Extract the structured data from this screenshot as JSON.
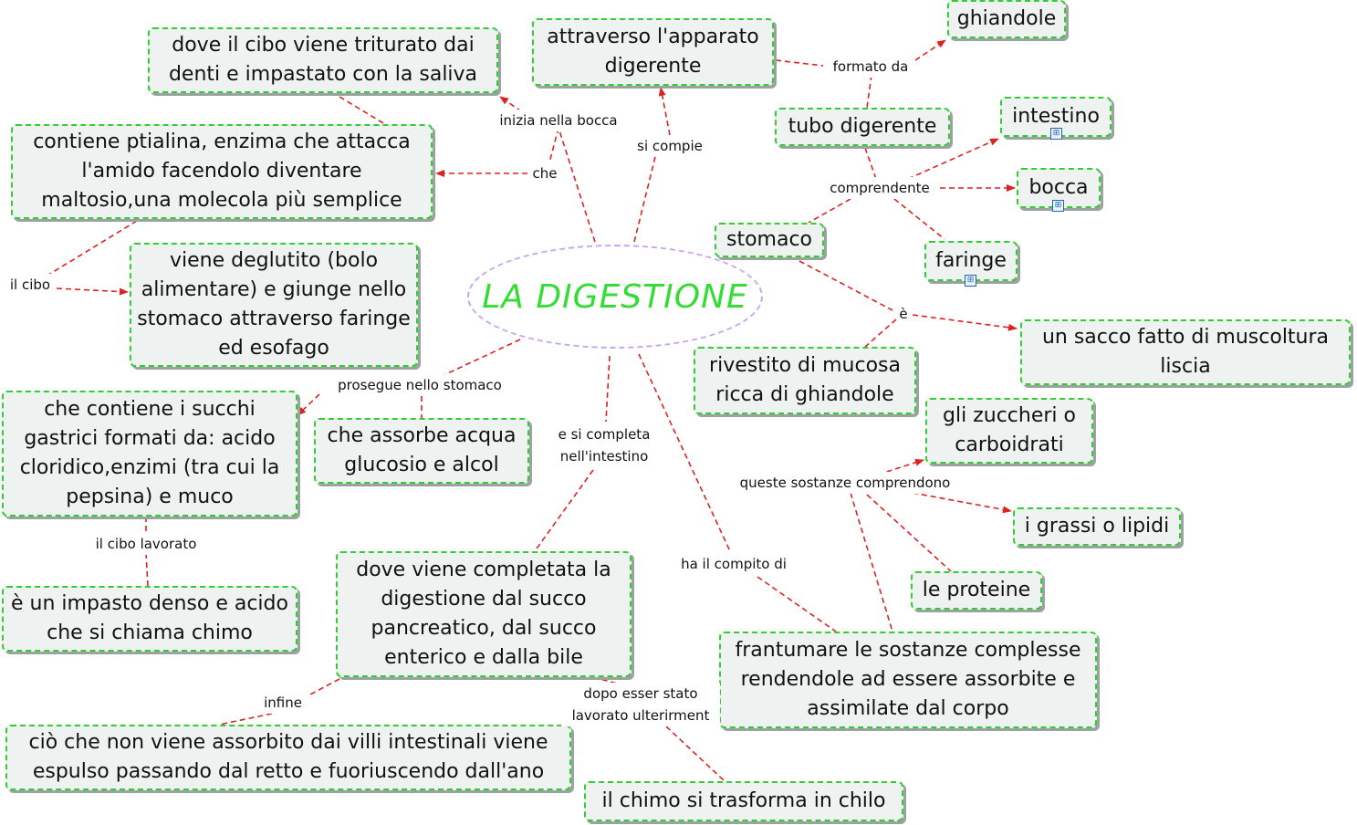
{
  "center": {
    "title": "LA DIGESTIONE"
  },
  "nodes": {
    "triturato": "dove il cibo viene triturato dai denti e impastato con la saliva",
    "ptialina": "contiene ptialina, enzima che attacca l'amido facendolo diventare maltosio,una molecola più semplice",
    "deglutito": "viene deglutito (bolo alimentare) e giunge nello stomaco attraverso faringe ed esofago",
    "succhi": "che contiene i succhi gastrici formati da: acido cloridico,enzimi (tra cui la pepsina) e muco",
    "assorbe": "che assorbe acqua glucosio e alcol",
    "chimo": "è un impasto denso e acido che si chiama chimo",
    "completata": "dove viene completata la digestione dal succo pancreatico, dal succo enterico e dalla bile",
    "espulso": "ciò che non viene assorbito dai villi intestinali viene espulso passando dal retto e fuoriuscendo dall'ano",
    "chilo": "il chimo si trasforma in chilo",
    "frantumare": "frantumare le sostanze complesse rendendole ad essere assorbite e assimilate dal corpo",
    "apparato": "attraverso l'apparato digerente",
    "ghiandole": "ghiandole",
    "tubo": "tubo digerente",
    "intestino": "intestino",
    "bocca": "bocca",
    "stomaco": "stomaco",
    "faringe": "faringe",
    "sacco": "un sacco fatto di muscoltura liscia",
    "mucosa": "rivestito di mucosa ricca di ghiandole",
    "zuccheri": "gli zuccheri o carboidrati",
    "grassi": "i grassi o lipidi",
    "proteine": "le proteine"
  },
  "links": {
    "inizia": "inizia nella bocca",
    "compie": "si compie",
    "formato": "formato da",
    "comprendente": "comprendente",
    "e_link": "è",
    "che": "che",
    "cibo": "il cibo",
    "prosegue": "prosegue nello stomaco",
    "cibo_lavorato": "il cibo lavorato",
    "completa": "e si completa nell'intestino",
    "compito": "ha il compito di",
    "sostanze": "queste sostanze comprendono",
    "infine": "infine",
    "dopo": "dopo esser stato lavorato ulterirment"
  },
  "colors": {
    "node_border": "#33cc33",
    "node_fill": "#eef3f1",
    "edge": "#dd2222",
    "title": "#33dd33",
    "ellipse": "#c8a6ef"
  },
  "icons": {
    "submap": "submap-icon"
  }
}
